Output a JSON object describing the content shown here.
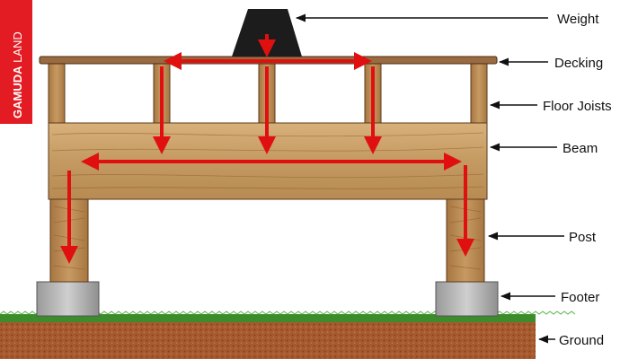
{
  "logo": {
    "text_bold": "GAMUDA",
    "text_light": " LAND",
    "background_color": "#e31b23",
    "text_color": "#ffffff"
  },
  "labels": {
    "weight": "Weight",
    "decking": "Decking",
    "floor_joists": "Floor Joists",
    "beam": "Beam",
    "post": "Post",
    "footer": "Footer",
    "ground": "Ground"
  },
  "colors": {
    "wood": "#c8a06a",
    "wood_grain": "#8b5a2b",
    "load_arrow": "#e01010",
    "weight_block": "#1a1a1a",
    "footer_concrete": "#b5b5b5",
    "grass": "#3c8c2c",
    "soil": "#a0522d"
  }
}
